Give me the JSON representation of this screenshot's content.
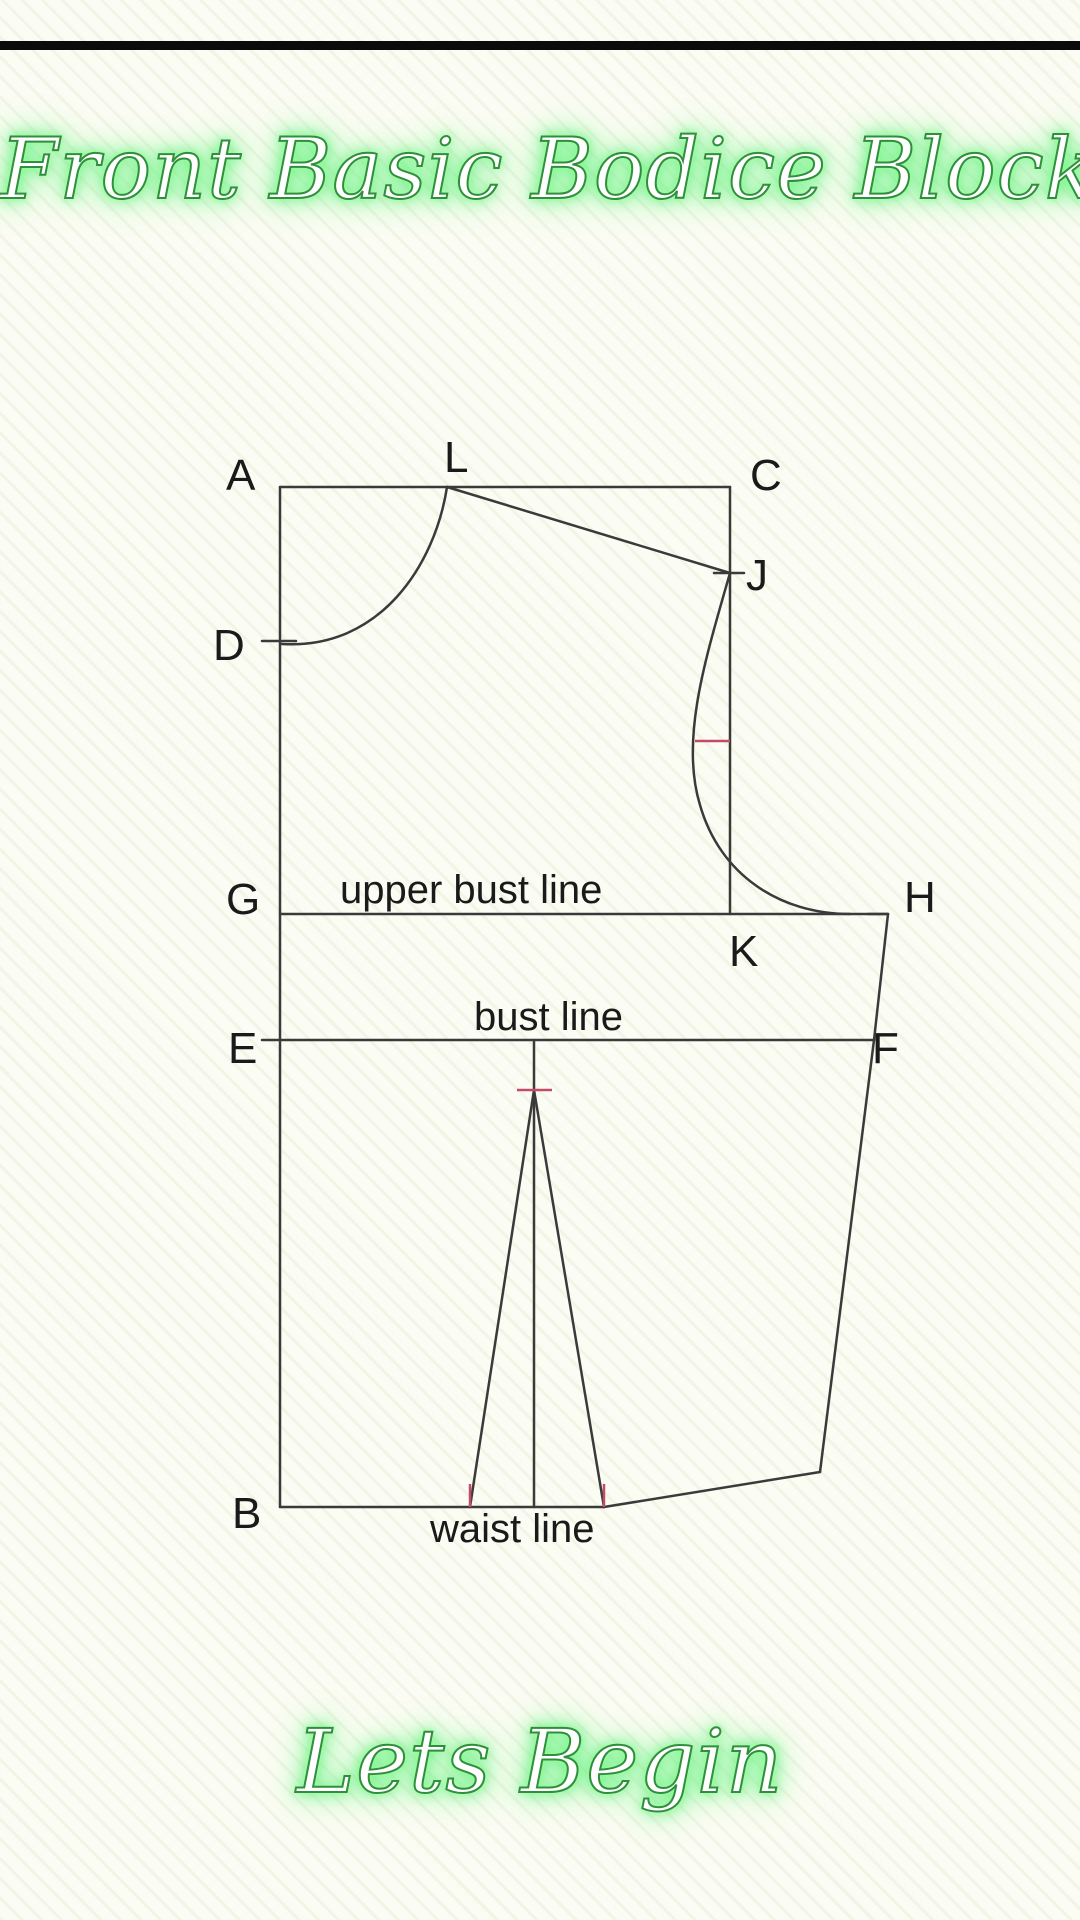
{
  "title": "Front Basic Bodice Block",
  "footer": "Lets Begin",
  "colors": {
    "line": "#3a3a3a",
    "mark": "#c44a6a",
    "glow": "#5ef07a",
    "outline": "#2f8f3c"
  },
  "points": {
    "A": "A",
    "L": "L",
    "C": "C",
    "J": "J",
    "D": "D",
    "G": "G",
    "H": "H",
    "K": "K",
    "E": "E",
    "F": "F",
    "B": "B"
  },
  "lines": {
    "upper_bust": "upper bust line",
    "bust": "bust line",
    "waist": "waist line"
  }
}
